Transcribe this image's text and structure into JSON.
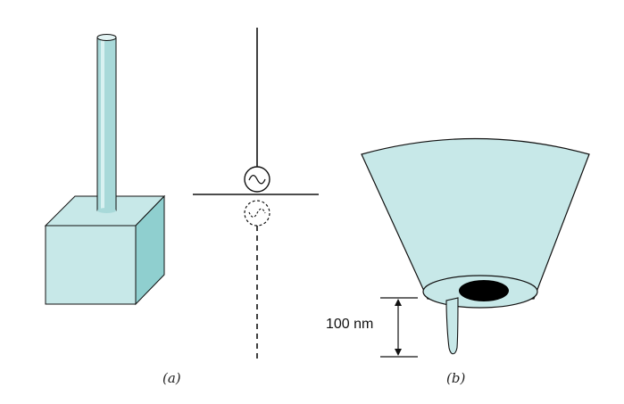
{
  "figure": {
    "panel_a": {
      "label": "(a)"
    },
    "panel_b": {
      "label": "(b)",
      "dimension_label": "100 nm"
    }
  },
  "colors": {
    "fill": "#c7e8e8",
    "fill_shade": "#a8d9d9",
    "fill_dark": "#8fcfcf",
    "stroke": "#111111",
    "aperture": "#000000"
  }
}
